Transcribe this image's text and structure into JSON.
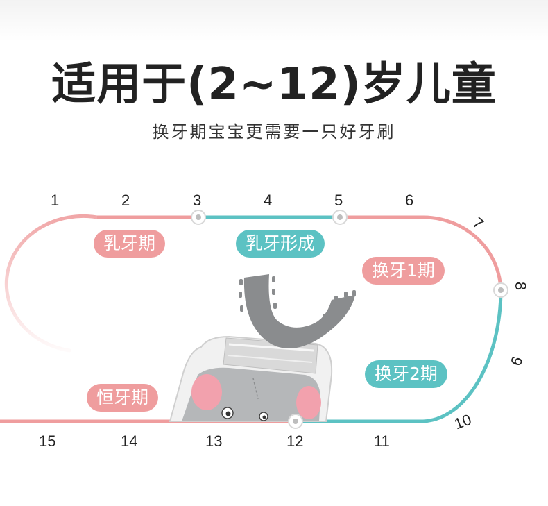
{
  "title": "适用于(2~12)岁儿童",
  "subtitle": "换牙期宝宝更需要一只好牙刷",
  "colors": {
    "pink": "#ef9d9e",
    "teal": "#5cc2c3",
    "brush_gray": "#8a8c8e"
  },
  "timeline": {
    "ages": [
      "1",
      "2",
      "3",
      "4",
      "5",
      "6",
      "7",
      "8",
      "9",
      "10",
      "11",
      "12",
      "13",
      "14",
      "15"
    ],
    "stages": {
      "primary": "乳牙期",
      "forming": "乳牙形成",
      "change1": "换牙1期",
      "change2": "换牙2期",
      "permanent": "恒牙期"
    }
  }
}
